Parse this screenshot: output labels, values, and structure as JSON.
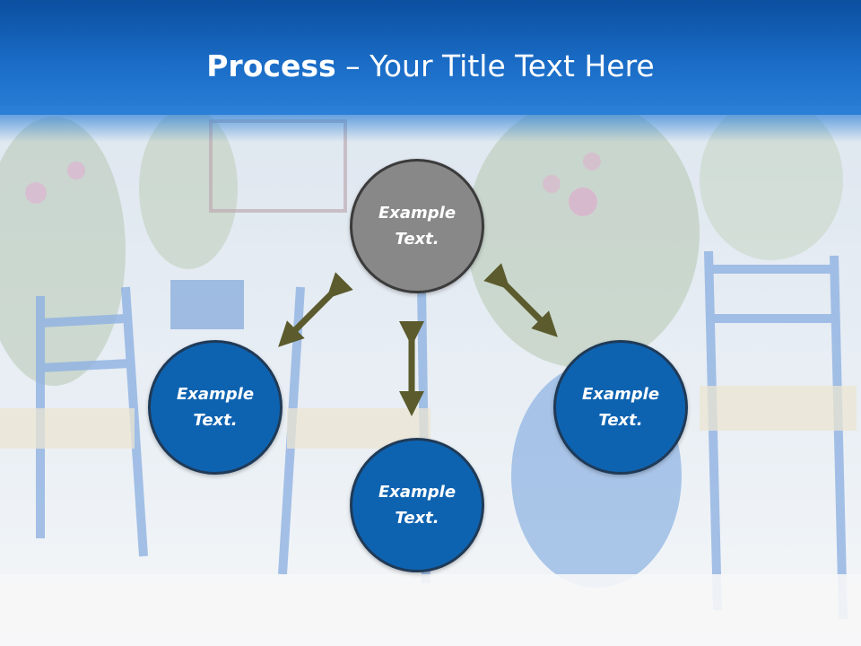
{
  "title": {
    "bold": "Process",
    "rest": " – Your Title Text Here"
  },
  "nodes": [
    {
      "label": "Example Text.",
      "color": "#888888"
    },
    {
      "label": "Example Text.",
      "color": "#0e63b1"
    },
    {
      "label": "Example Text.",
      "color": "#0e63b1"
    },
    {
      "label": "Example Text.",
      "color": "#0e63b1"
    }
  ],
  "colors": {
    "header": "#1a6cc6",
    "arrow": "#5a5a2a",
    "node_blue": "#0e63b1",
    "node_gray": "#888888"
  }
}
